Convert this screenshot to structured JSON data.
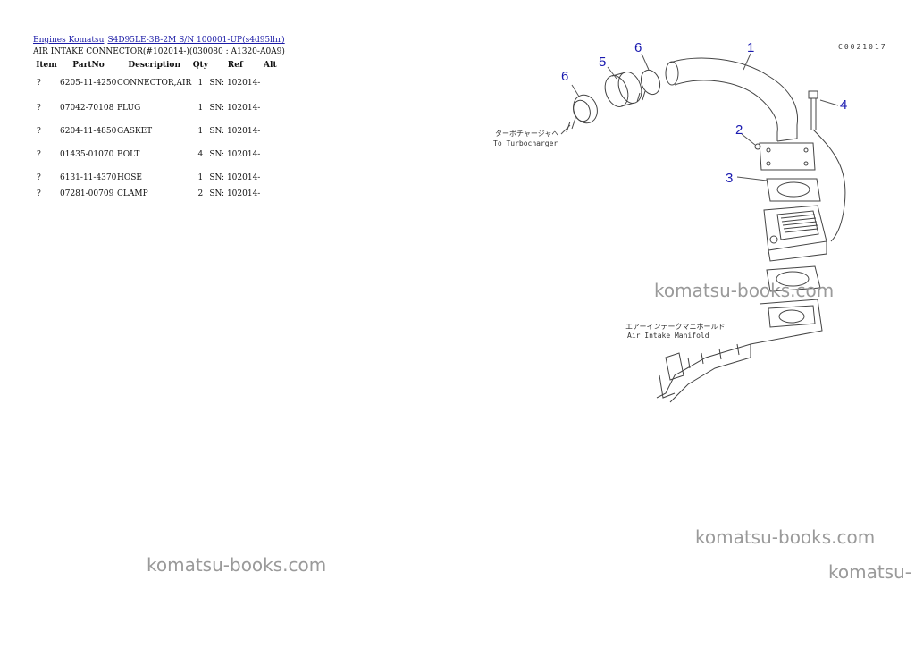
{
  "breadcrumb": {
    "link1": "Engines Komatsu",
    "link2": "S4D95LE-3B-2M S/N 100001-UP(s4d95lhr)"
  },
  "subtitle": "AIR INTAKE CONNECTOR(#102014-)(030080 : A1320-A0A9)",
  "table": {
    "headers": {
      "item": "Item",
      "partno": "PartNo",
      "description": "Description",
      "qty": "Qty",
      "ref": "Ref",
      "alt": "Alt"
    },
    "rows": [
      {
        "item": "?",
        "partno": "6205-11-4250",
        "description": "CONNECTOR,AIR",
        "qty": "1",
        "ref": "SN: 102014-",
        "alt": ""
      },
      {
        "item": "?",
        "partno": "07042-70108",
        "description": "PLUG",
        "qty": "1",
        "ref": "SN: 102014-",
        "alt": ""
      },
      {
        "item": "?",
        "partno": "6204-11-4850",
        "description": "GASKET",
        "qty": "1",
        "ref": "SN: 102014-",
        "alt": ""
      },
      {
        "item": "?",
        "partno": "01435-01070",
        "description": "BOLT",
        "qty": "4",
        "ref": "SN: 102014-",
        "alt": ""
      },
      {
        "item": "?",
        "partno": "6131-11-4370",
        "description": "HOSE",
        "qty": "1",
        "ref": "SN: 102014-",
        "alt": ""
      },
      {
        "item": "?",
        "partno": "07281-00709",
        "description": "CLAMP",
        "qty": "2",
        "ref": "SN: 102014-",
        "alt": ""
      }
    ]
  },
  "diagram": {
    "code": "C0021017",
    "labels": [
      "1",
      "2",
      "3",
      "4",
      "5",
      "6",
      "6"
    ],
    "note_turbo_jp": "ターボチャージャへ",
    "note_turbo_en": "To Turbocharger",
    "note_manifold_jp": "エアーインテークマニホールド",
    "note_manifold_en": "Air Intake Manifold",
    "label_color": "#1a1ab0"
  },
  "watermarks": [
    "komatsu-books.com",
    "komatsu-books.com",
    "komatsu-books.com",
    "komatsu-"
  ]
}
